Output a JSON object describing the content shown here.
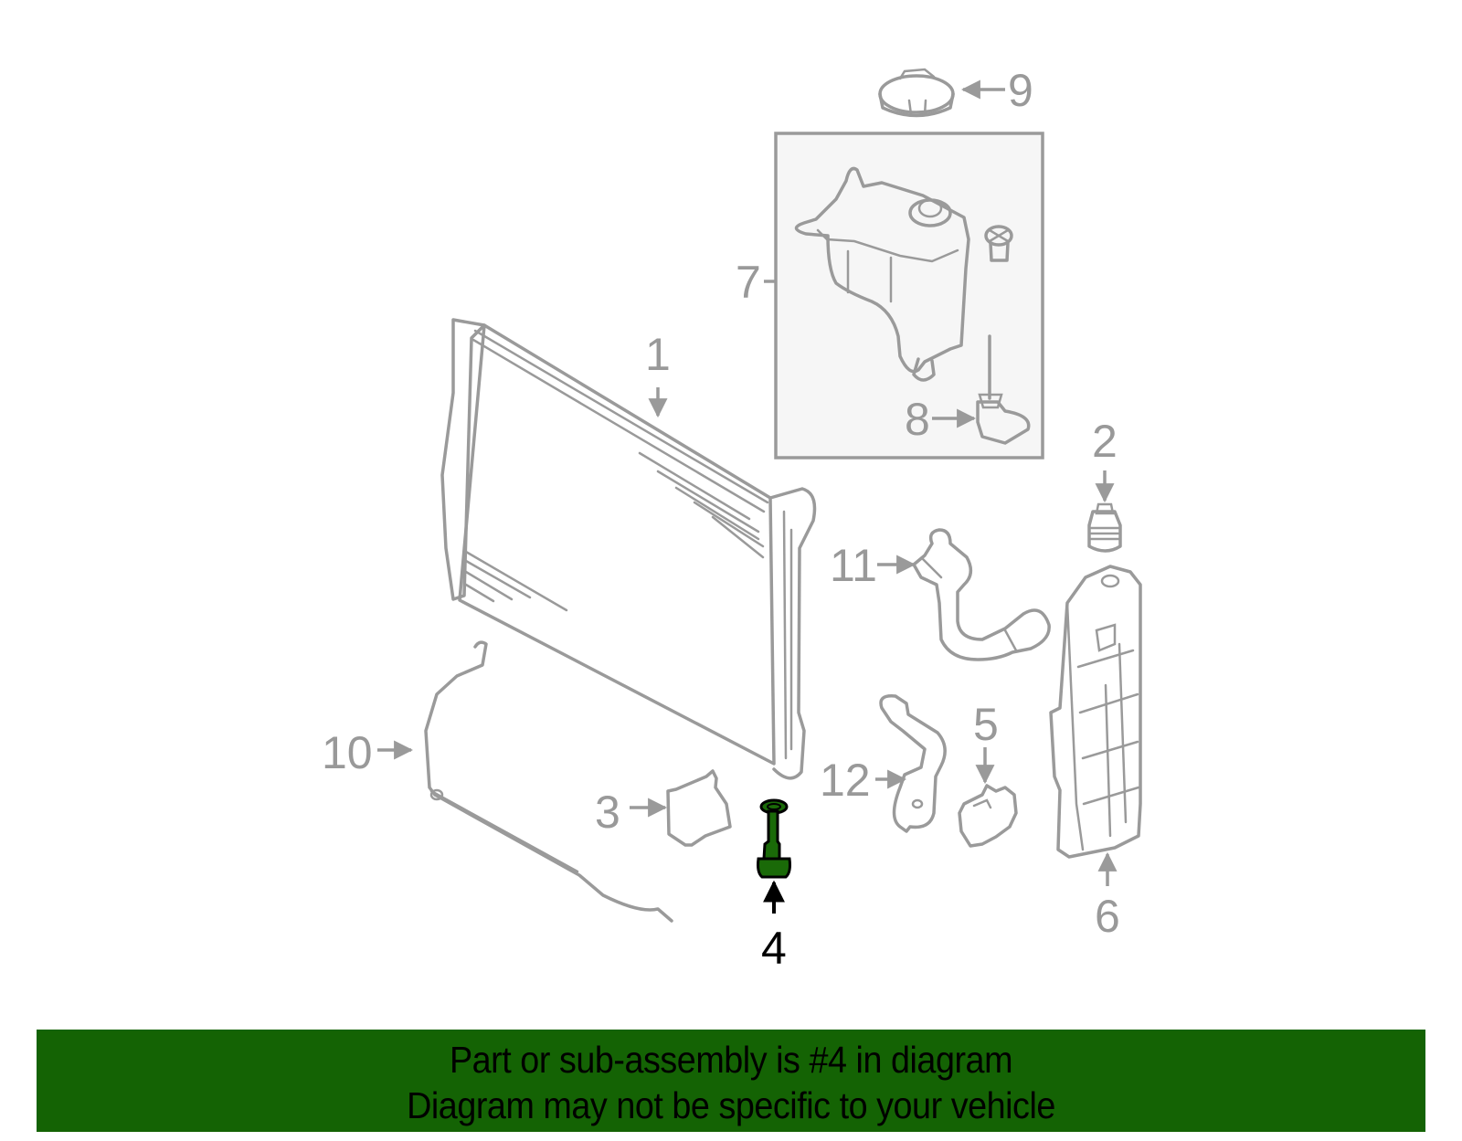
{
  "diagram": {
    "title": "Cooling system parts diagram",
    "highlight_color": "#1a6a08",
    "line_color": "#9a9a9a",
    "callouts": [
      {
        "number": "1",
        "part": "radiator",
        "highlighted": false
      },
      {
        "number": "2",
        "part": "drain-plug",
        "highlighted": false
      },
      {
        "number": "3",
        "part": "bracket",
        "highlighted": false
      },
      {
        "number": "4",
        "part": "radiator-mount-pin",
        "highlighted": true
      },
      {
        "number": "5",
        "part": "sensor",
        "highlighted": false
      },
      {
        "number": "6",
        "part": "side-panel",
        "highlighted": false
      },
      {
        "number": "7",
        "part": "expansion-tank-assembly",
        "highlighted": false
      },
      {
        "number": "8",
        "part": "level-sensor",
        "highlighted": false
      },
      {
        "number": "9",
        "part": "tank-cap",
        "highlighted": false
      },
      {
        "number": "10",
        "part": "vent-line",
        "highlighted": false
      },
      {
        "number": "11",
        "part": "upper-hose",
        "highlighted": false
      },
      {
        "number": "12",
        "part": "lower-hose",
        "highlighted": false
      }
    ]
  },
  "banner": {
    "line1": "Part or sub-assembly is #4 in diagram",
    "line2": "Diagram may not be specific to your vehicle",
    "background": "#146304"
  }
}
